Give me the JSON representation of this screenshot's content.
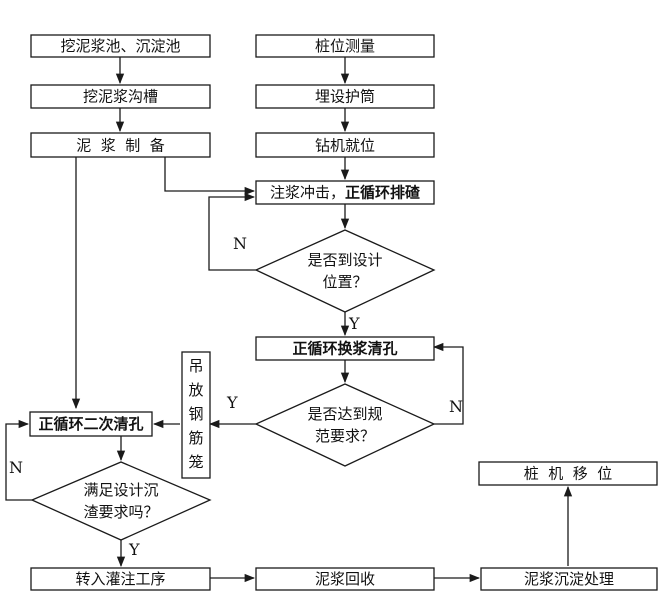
{
  "boxes": {
    "b_dig_pools": "挖泥浆池、沉淀池",
    "b_dig_trench": "挖泥浆沟槽",
    "b_mud_prep": "泥  浆  制  备",
    "b_survey": "桩位测量",
    "b_casing": "埋设护筒",
    "b_rig_position": "钻机就位",
    "b_inject_1": "注浆冲击，",
    "b_inject_2": "正循环排碴",
    "b_exchange_clean": "正循环换浆清孔",
    "b_second_clean": "正循环二次清孔",
    "b_rig_move": "桩  机  移  位",
    "b_to_pouring": "转入灌注工序",
    "b_recovery": "泥浆回收",
    "b_settling": "泥浆沉淀处理"
  },
  "vertical_box": {
    "chars": [
      "吊",
      "放",
      "钢",
      "筋",
      "笼"
    ]
  },
  "decisions": {
    "d_design_pos": [
      "是否到设计",
      "位置？"
    ],
    "d_spec": [
      "是否达到规",
      "范要求？"
    ],
    "d_sediment": [
      "满足设计沉",
      "渣要求吗？"
    ]
  },
  "edge_labels": {
    "n1": "N",
    "y1": "Y",
    "n2": "N",
    "y2": "Y",
    "n3": "N",
    "y3": "Y"
  }
}
